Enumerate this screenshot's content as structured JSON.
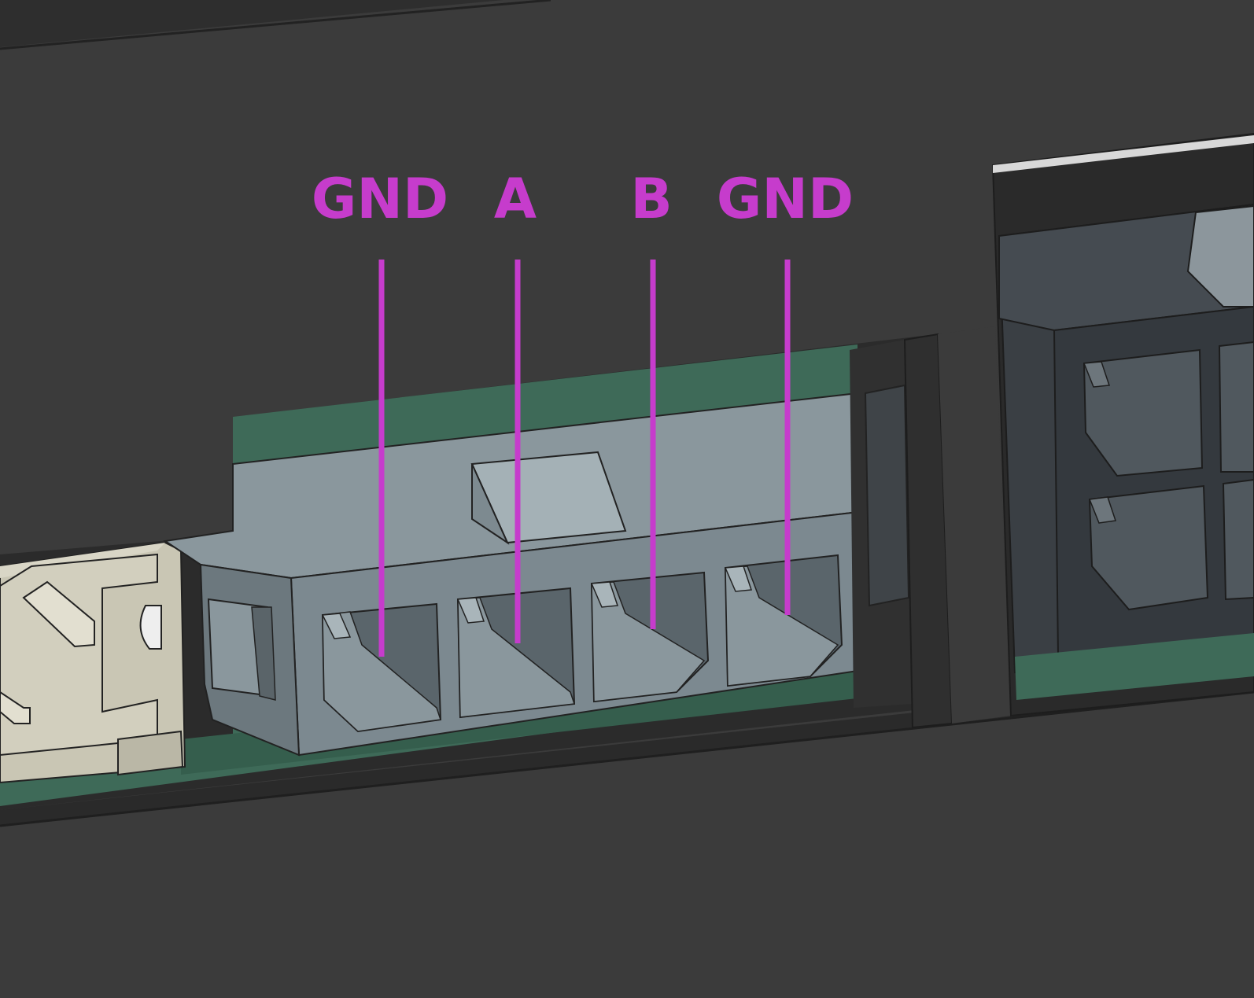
{
  "colors": {
    "background": "#3b3b3b",
    "annotation": "#c63ccc",
    "pcb": "#3e6a58",
    "connector_body": "#7c8a90",
    "cream_connector": "#d6d2c0"
  },
  "pins": [
    {
      "label": "GND"
    },
    {
      "label": "A"
    },
    {
      "label": "B"
    },
    {
      "label": "GND"
    }
  ]
}
